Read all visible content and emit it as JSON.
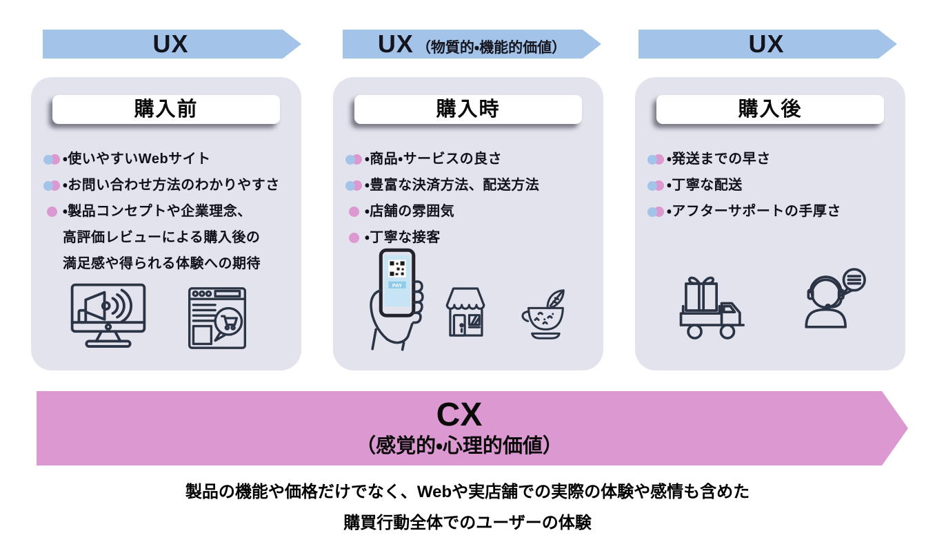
{
  "colors": {
    "blue": "#a3c4e8",
    "pink": "#dc98d0",
    "card_bg": "#e3e3ed",
    "icon_stroke": "#2b3445",
    "phone_screen": "#c6e4f4",
    "pay_banner": "#8ecbe9"
  },
  "arrows": [
    {
      "main": "UX",
      "sub": ""
    },
    {
      "main": "UX",
      "sub": "（物質的・機能的価値）"
    },
    {
      "main": "UX",
      "sub": ""
    }
  ],
  "cards": [
    {
      "title": "購入前",
      "bullets": [
        {
          "marker": "both",
          "lines": [
            "・使いやすいWebサイト"
          ]
        },
        {
          "marker": "both",
          "lines": [
            "・お問い合わせ方法のわかりやすさ"
          ]
        },
        {
          "marker": "pink",
          "lines": [
            "・製品コンセプトや企業理念、",
            "高評価レビューによる購入後の",
            "満足感や得られる体験への期待"
          ]
        }
      ],
      "icons": [
        "monitor-megaphone",
        "browser-cart"
      ]
    },
    {
      "title": "購入時",
      "bullets": [
        {
          "marker": "both",
          "lines": [
            "・商品・サービスの良さ"
          ]
        },
        {
          "marker": "both",
          "lines": [
            "・豊富な決済方法、配送方法"
          ]
        },
        {
          "marker": "pink",
          "lines": [
            "・店舗の雰囲気"
          ]
        },
        {
          "marker": "pink",
          "lines": [
            "・丁寧な接客"
          ]
        }
      ],
      "icons": [
        "qr-payment",
        "storefront",
        "teacup"
      ],
      "pay_label": "PAY"
    },
    {
      "title": "購入後",
      "bullets": [
        {
          "marker": "both",
          "lines": [
            "・発送までの早さ"
          ]
        },
        {
          "marker": "both",
          "lines": [
            "・丁寧な配送"
          ]
        },
        {
          "marker": "both",
          "lines": [
            "・アフターサポートの手厚さ"
          ]
        }
      ],
      "icons": [
        "delivery-truck",
        "support-agent"
      ]
    }
  ],
  "cx": {
    "main": "CX",
    "sub": "（感覚的・心理的価値）"
  },
  "footer": {
    "line1": "製品の機能や価格だけでなく、Webや実店舗での実際の体験や感情も含めた",
    "line2": "購買行動全体でのユーザーの体験"
  }
}
